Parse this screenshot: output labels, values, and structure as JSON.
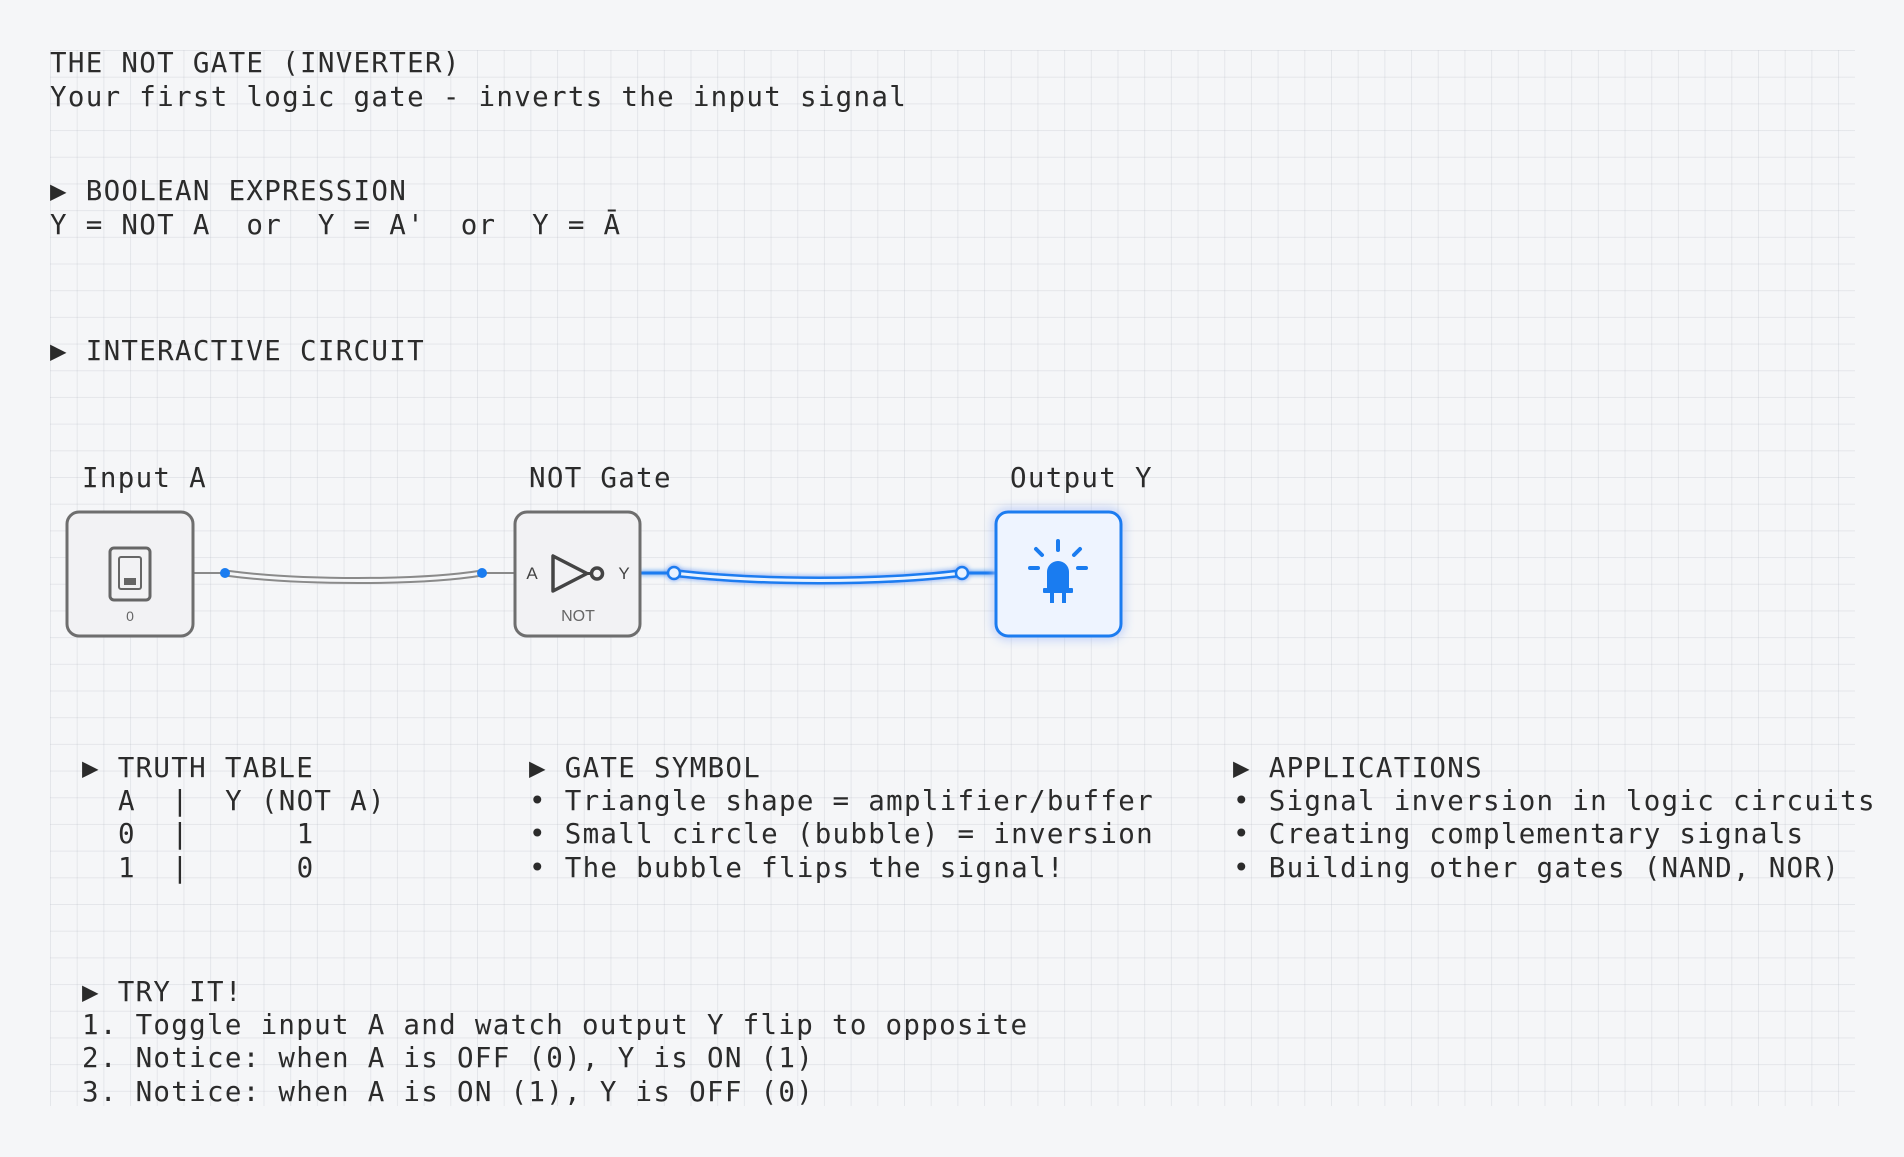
{
  "header": {
    "title": "THE NOT GATE (INVERTER)",
    "subtitle": "Your first logic gate - inverts the input signal"
  },
  "boolean": {
    "heading": "▶ BOOLEAN EXPRESSION",
    "expression": "Y = NOT A  or  Y = A'  or  Y = Ā"
  },
  "circuit": {
    "heading": "▶ INTERACTIVE CIRCUIT",
    "input_label": "Input A",
    "input_value": "0",
    "gate_label": "NOT Gate",
    "gate_in_pin": "A",
    "gate_out_pin": "Y",
    "gate_name": "NOT",
    "output_label": "Output Y",
    "active_color": "#1a7cf0",
    "inactive_color": "#8a8a8a",
    "output_state": "on",
    "input_state": "off"
  },
  "truth_table": {
    "heading": "▶ TRUTH TABLE",
    "rows": [
      "A  |  Y (NOT A)",
      "0  |      1",
      "1  |      0"
    ]
  },
  "gate_symbol": {
    "heading": "▶ GATE SYMBOL",
    "items": [
      "• Triangle shape = amplifier/buffer",
      "• Small circle (bubble) = inversion",
      "• The bubble flips the signal!"
    ]
  },
  "applications": {
    "heading": "▶ APPLICATIONS",
    "items": [
      "• Signal inversion in logic circuits",
      "• Creating complementary signals",
      "• Building other gates (NAND, NOR)"
    ]
  },
  "try_it": {
    "heading": "▶ TRY IT!",
    "steps": [
      "1. Toggle input A and watch output Y flip to opposite",
      "2. Notice: when A is OFF (0), Y is ON (1)",
      "3. Notice: when A is ON (1), Y is OFF (0)"
    ]
  }
}
